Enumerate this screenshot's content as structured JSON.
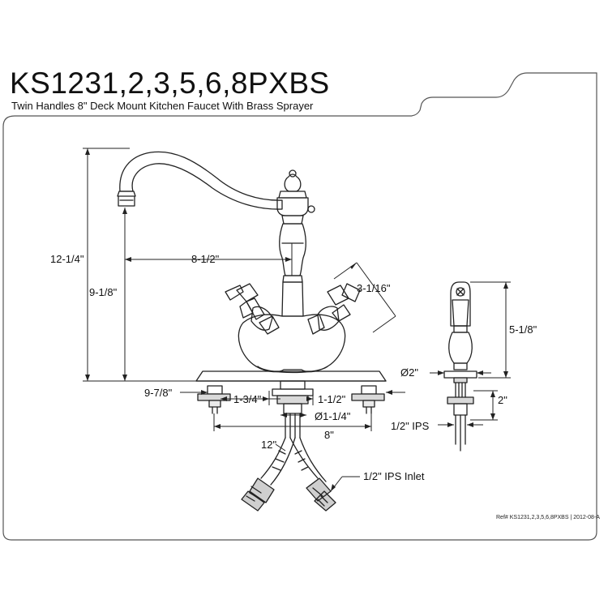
{
  "header": {
    "model": "KS1231,2,3,5,6,8PXBS",
    "description": "Twin Handles 8\" Deck Mount Kitchen Faucet With Brass Sprayer"
  },
  "dimensions": {
    "overall_height": "12-1/4\"",
    "spout_height": "9-1/8\"",
    "spout_reach": "8-1/2\"",
    "handle_length": "3-1/16\"",
    "plate_depth": "9-7/8\"",
    "shank_left": "1-3/4\"",
    "shank_right": "1-1/2\"",
    "shank_diameter": "Ø1-1/4\"",
    "centers": "8\"",
    "supply_length": "12\"",
    "inlet": "1/2\" IPS Inlet",
    "sprayer_height": "5-1/8\"",
    "sprayer_diameter": "Ø2\"",
    "sprayer_shank": "2\"",
    "sprayer_ips": "1/2\" IPS"
  },
  "footer": {
    "reference": "Ref# KS1231,2,3,5,6,8PXBS | 2012-08-A"
  },
  "colors": {
    "line": "#222222",
    "frame": "#555555",
    "background": "#ffffff"
  }
}
